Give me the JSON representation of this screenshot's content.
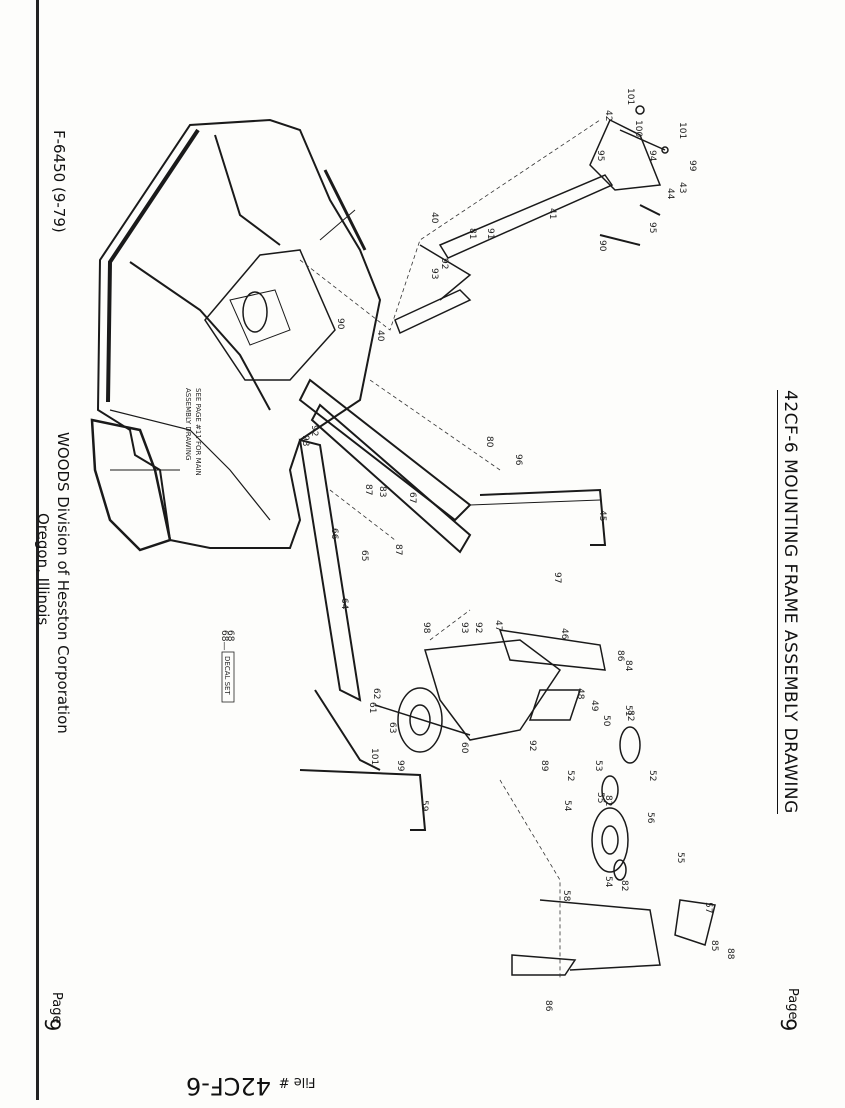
{
  "header": {
    "title": "42CF-6 MOUNTING FRAME ASSEMBLY DRAWING",
    "form_number": "F-6450   (9-79)"
  },
  "footer": {
    "company_line": "WOODS Division of Hesston Corporation",
    "location_line": "Oregon, Illinois",
    "page_label": "Page",
    "page_number": "9",
    "file_prefix": "File #",
    "file_number": "42CF-6"
  },
  "notes": {
    "see_page_line1": "SEE PAGE #11 FOR MAIN",
    "see_page_line2": "ASSEMBLY DRAWING",
    "decal": "DECAL SET"
  },
  "callouts": [
    "101",
    "42",
    "100",
    "94",
    "101",
    "99",
    "43",
    "95",
    "44",
    "95",
    "90",
    "41",
    "40",
    "91",
    "81",
    "92",
    "93",
    "40",
    "90",
    "92",
    "93",
    "80",
    "96",
    "83",
    "87",
    "67",
    "45",
    "66",
    "87",
    "65",
    "97",
    "68",
    "98",
    "93",
    "92",
    "47",
    "46",
    "86",
    "84",
    "48",
    "51",
    "49",
    "50",
    "82",
    "53",
    "52",
    "62",
    "61",
    "63",
    "99",
    "101",
    "60",
    "92",
    "89",
    "52",
    "55",
    "54",
    "82",
    "56",
    "55",
    "54",
    "82",
    "64",
    "59",
    "58",
    "57",
    "88",
    "85",
    "86"
  ],
  "colors": {
    "ink": "#1a1a1a",
    "paper": "#fdfdfb"
  }
}
